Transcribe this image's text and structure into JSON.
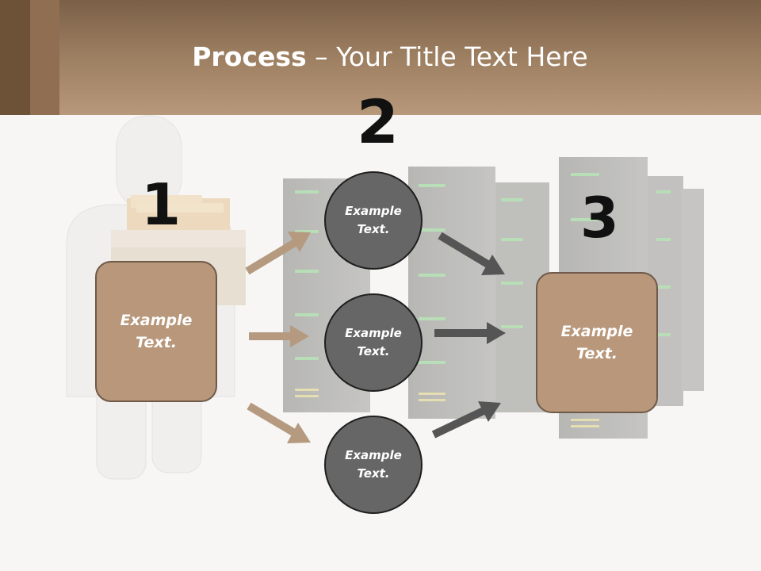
{
  "header": {
    "title_bold": "Process",
    "title_rest": " – Your Title Text Here"
  },
  "steps": [
    {
      "number": "1",
      "text": "Example Text."
    },
    {
      "number": "2",
      "circles": [
        "Example Text.",
        "Example Text.",
        "Example Text."
      ]
    },
    {
      "number": "3",
      "text": "Example Text."
    }
  ],
  "colors": {
    "header": "#9a7c5f",
    "box_fill": "#b8977a",
    "circle_fill": "#666666",
    "arrow_tan": "#b59a80",
    "arrow_gray": "#555555"
  }
}
